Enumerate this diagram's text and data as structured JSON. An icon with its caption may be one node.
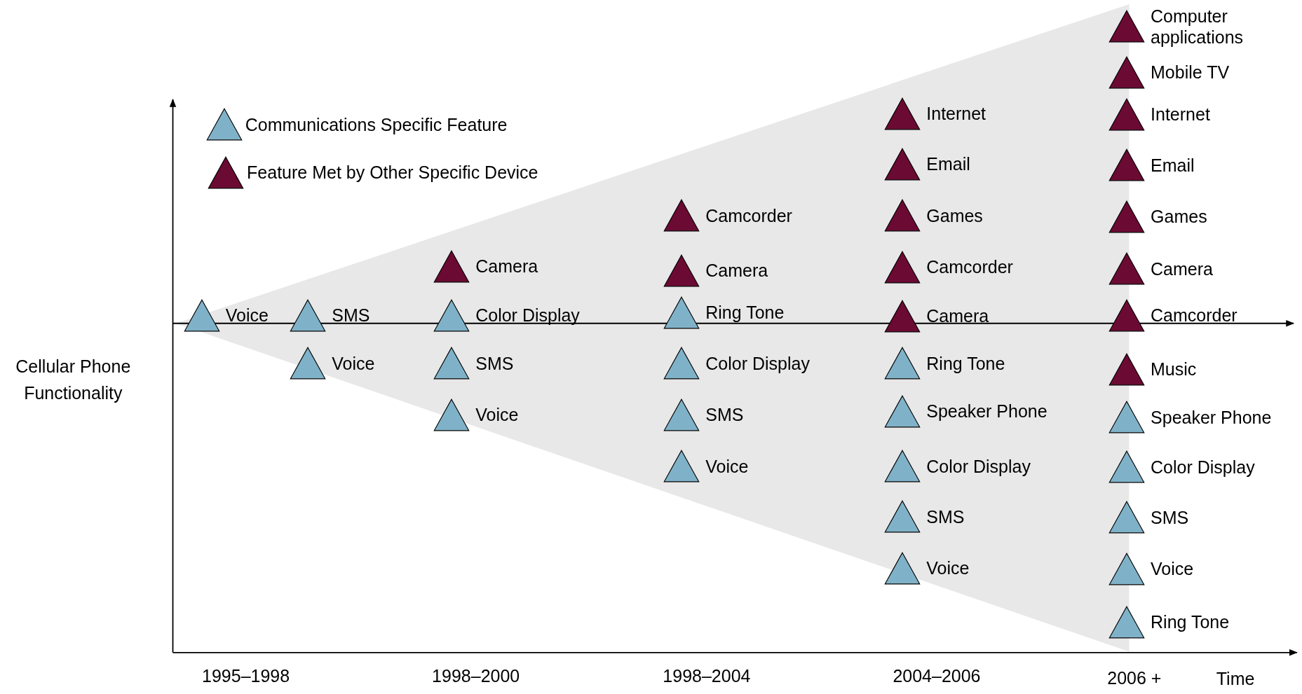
{
  "diagram": {
    "nodes": [
      {
        "text": [],
        "shape": "triangle",
        "beside": [
          "Voice"
        ]
      },
      {
        "text": [],
        "shape": "triangle",
        "beside": [
          "SMS"
        ]
      },
      {
        "text": [],
        "shape": "triangle",
        "beside": [
          "Voice"
        ]
      },
      {
        "text": [],
        "shape": "triangle",
        "beside": [
          "Camera"
        ]
      },
      {
        "text": [],
        "shape": "triangle",
        "beside": [
          "Color Display"
        ]
      },
      {
        "text": [],
        "shape": "triangle",
        "beside": [
          "SMS"
        ]
      },
      {
        "text": [],
        "shape": "triangle",
        "beside": [
          "Voice"
        ]
      },
      {
        "text": [],
        "shape": "triangle",
        "beside": [
          "Camcorder"
        ]
      },
      {
        "text": [],
        "shape": "triangle",
        "beside": [
          "Camera"
        ]
      },
      {
        "text": [],
        "shape": "triangle",
        "beside": [
          "Ring Tone"
        ]
      },
      {
        "text": [],
        "shape": "triangle",
        "beside": [
          "Color Display"
        ]
      },
      {
        "text": [],
        "shape": "triangle",
        "beside": [
          "SMS"
        ]
      },
      {
        "text": [],
        "shape": "triangle",
        "beside": [
          "Voice"
        ]
      },
      {
        "text": [],
        "shape": "triangle",
        "beside": [
          "Internet"
        ]
      },
      {
        "text": [],
        "shape": "triangle",
        "beside": [
          "Email"
        ]
      },
      {
        "text": [],
        "shape": "triangle",
        "beside": [
          "Games"
        ]
      },
      {
        "text": [],
        "shape": "triangle",
        "beside": [
          "Camcorder"
        ]
      },
      {
        "text": [],
        "shape": "triangle",
        "beside": [
          "Camera"
        ]
      },
      {
        "text": [],
        "shape": "triangle",
        "beside": [
          "Ring Tone"
        ]
      },
      {
        "text": [],
        "shape": "triangle",
        "beside": [
          "Speaker Phone"
        ]
      },
      {
        "text": [],
        "shape": "triangle",
        "beside": [
          "Color Display"
        ]
      },
      {
        "text": [],
        "shape": "triangle",
        "beside": [
          "SMS"
        ]
      },
      {
        "text": [],
        "shape": "triangle",
        "beside": [
          "Voice"
        ]
      },
      {
        "text": [],
        "shape": "triangle",
        "beside": [
          "Computer applications"
        ]
      },
      {
        "text": [],
        "shape": "triangle",
        "beside": [
          "Mobile TV"
        ]
      },
      {
        "text": [],
        "shape": "triangle",
        "beside": [
          "Internet"
        ]
      },
      {
        "text": [],
        "shape": "triangle",
        "beside": [
          "Email"
        ]
      },
      {
        "text": [],
        "shape": "triangle",
        "beside": [
          "Games"
        ]
      },
      {
        "text": [],
        "shape": "triangle",
        "beside": [
          "Camera"
        ]
      },
      {
        "text": [],
        "shape": "triangle",
        "beside": [
          "Camcorder"
        ]
      },
      {
        "text": [],
        "shape": "triangle",
        "beside": [
          "Music"
        ]
      },
      {
        "text": [],
        "shape": "triangle",
        "beside": [
          "Speaker Phone"
        ]
      },
      {
        "text": [],
        "shape": "triangle",
        "beside": [
          "Color Display"
        ]
      },
      {
        "text": [],
        "shape": "triangle",
        "beside": [
          "SMS"
        ]
      },
      {
        "text": [],
        "shape": "triangle",
        "beside": [
          "Voice"
        ]
      },
      {
        "text": [],
        "shape": "triangle",
        "beside": [
          "Ring Tone"
        ]
      }
    ],
    "labels": [
      "Cellular Phone Functionality",
      "1995–1998",
      "1998–2000",
      "1998–2004",
      "2004–2006",
      "2006 +",
      "Time"
    ],
    "legend": [
      {
        "text": "Communications Specific Feature",
        "color": "#7fb2c8"
      },
      {
        "text": "Feature Met by Other Specific Device",
        "color": "#6b0a33"
      }
    ]
  }
}
